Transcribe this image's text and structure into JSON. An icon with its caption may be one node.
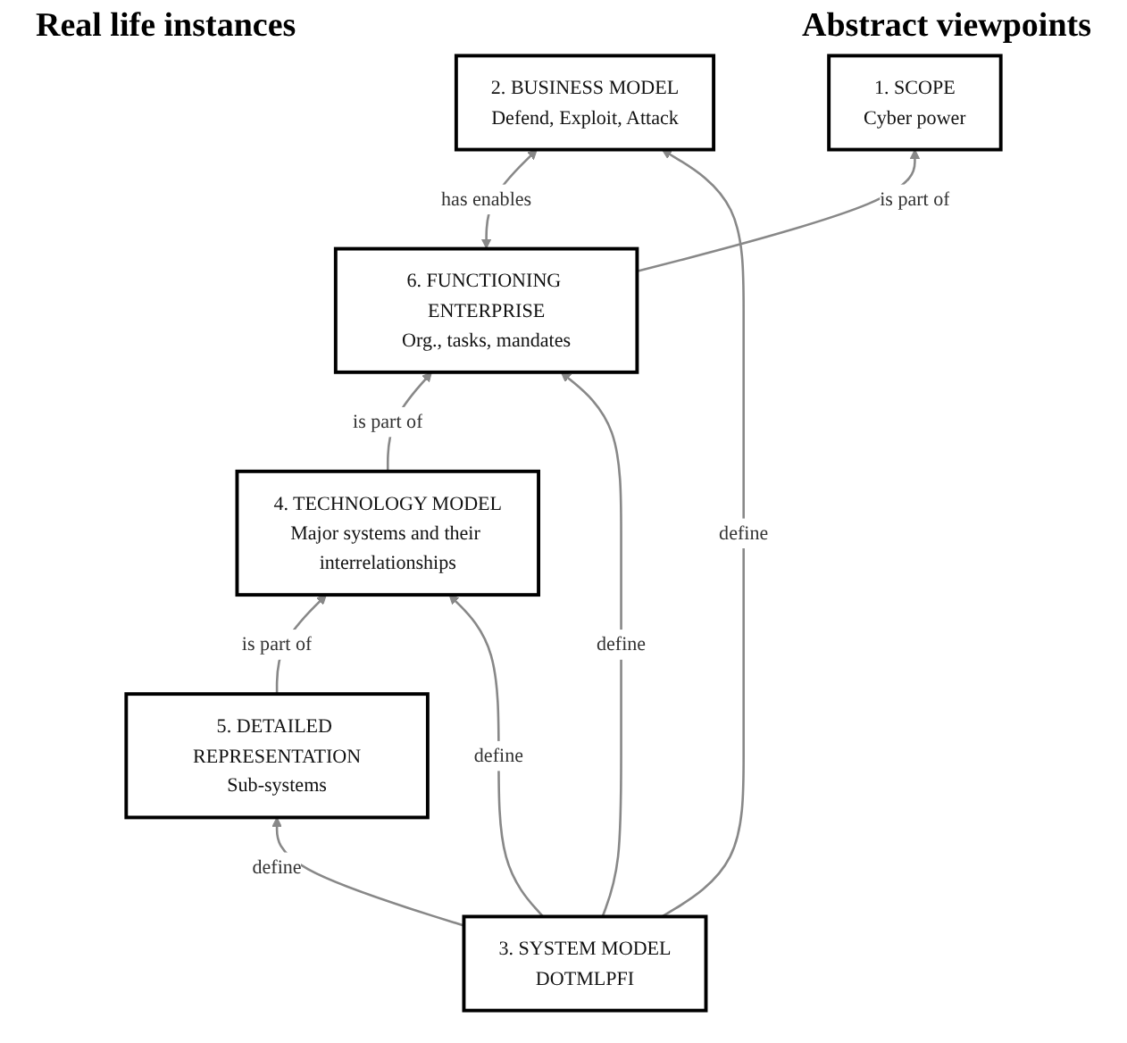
{
  "diagram": {
    "nodes": [
      {
        "text": [
          "1. SCOPE",
          "Cyber power"
        ]
      },
      {
        "text": [
          "6. FUNCTIONING ENTERPRISE",
          "Org., tasks, mandates"
        ]
      },
      {
        "text": [
          "2. BUSINESS MODEL",
          "Defend, Exploit, Attack"
        ]
      },
      {
        "text": [
          "4. TECHNOLOGY MODEL",
          "Major systems and their interrelationships"
        ]
      },
      {
        "text": [
          "5. DETAILED REPRESENTATION",
          "Sub-systems"
        ]
      },
      {
        "text": [
          "3. SYSTEM MODEL",
          "DOTMLPFI"
        ]
      }
    ],
    "edges": [
      {
        "from": 1,
        "to": 0,
        "arrow": "to",
        "label": "is part of"
      },
      {
        "from": 3,
        "to": 1,
        "arrow": "to",
        "label": "is part of"
      },
      {
        "from": 4,
        "to": 3,
        "arrow": "to",
        "label": "is part of"
      },
      {
        "from": 1,
        "to": 2,
        "arrow": "both",
        "label": "has enables"
      },
      {
        "from": 5,
        "to": 2,
        "arrow": "to",
        "label": "define"
      },
      {
        "from": 5,
        "to": 1,
        "arrow": "to",
        "label": "define"
      },
      {
        "from": 5,
        "to": 3,
        "arrow": "to",
        "label": "define"
      },
      {
        "from": 5,
        "to": 4,
        "arrow": "to",
        "label": "define"
      }
    ],
    "labels": [
      "Real life instances",
      "Abstract viewpoints"
    ]
  }
}
